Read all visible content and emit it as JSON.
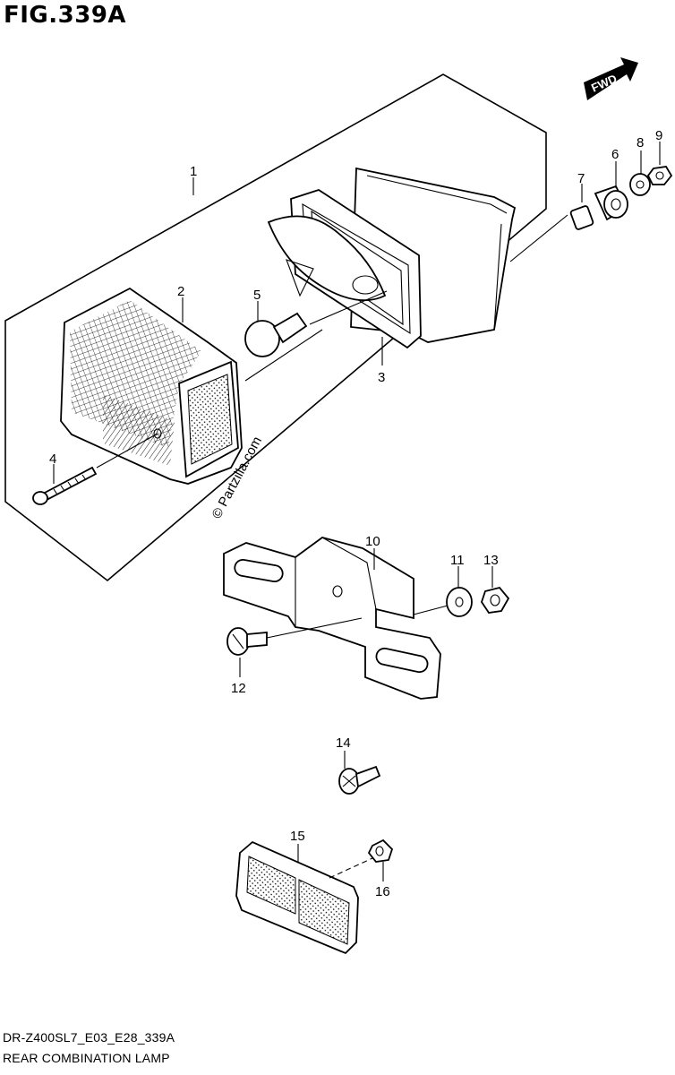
{
  "figure": {
    "title": "FIG.339A",
    "code": "DR-Z400SL7_E03_E28_339A",
    "name": "REAR COMBINATION LAMP",
    "fwd_label": "FWD",
    "watermark": "© Partzilla.com"
  },
  "callouts": [
    "1",
    "2",
    "3",
    "4",
    "5",
    "6",
    "7",
    "8",
    "9",
    "10",
    "11",
    "12",
    "13",
    "14",
    "15",
    "16"
  ]
}
